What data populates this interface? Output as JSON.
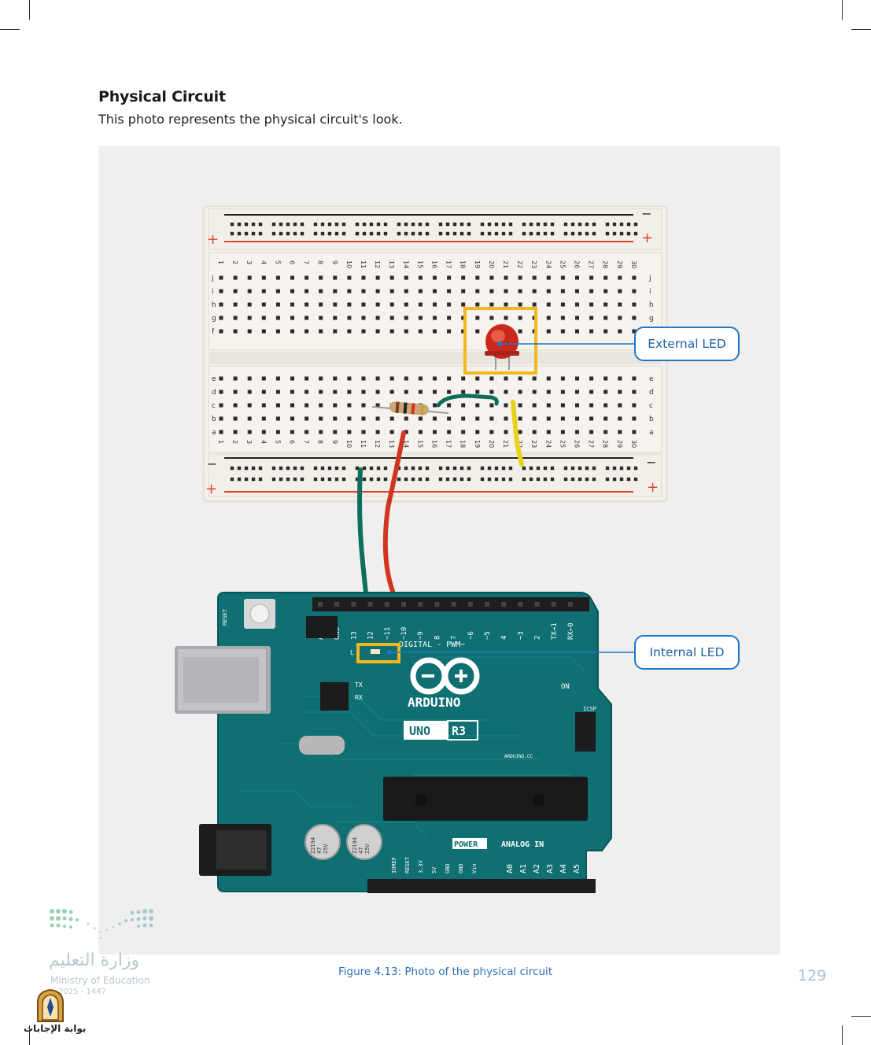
{
  "section": {
    "title": "Physical Circuit",
    "description": "This photo represents the physical circuit's look."
  },
  "callouts": {
    "external_led": "External LED",
    "internal_led": "Internal LED"
  },
  "figure": {
    "caption": "Figure 4.13: Photo of the physical circuit"
  },
  "breadboard": {
    "column_numbers": [
      "1",
      "2",
      "3",
      "4",
      "5",
      "6",
      "7",
      "8",
      "9",
      "10",
      "11",
      "12",
      "13",
      "14",
      "15",
      "16",
      "17",
      "18",
      "19",
      "20",
      "21",
      "22",
      "23",
      "24",
      "25",
      "26",
      "27",
      "28",
      "29",
      "30"
    ],
    "rows_top": [
      "j",
      "i",
      "h",
      "g",
      "f"
    ],
    "rows_bottom": [
      "e",
      "d",
      "c",
      "b",
      "a"
    ],
    "rail_plus": "+",
    "rail_minus": "−"
  },
  "arduino": {
    "brand": "ARDUINO",
    "model": "UNO",
    "revision": "R3",
    "digital_label": "DIGITAL - PWM~",
    "pins_digital": [
      "AREF",
      "GND",
      "13",
      "12",
      "~11",
      "~10",
      "~9",
      "8",
      "7",
      "~6",
      "~5",
      "4",
      "~3",
      "2",
      "TX→1",
      "RX←0"
    ],
    "label_on": "ON",
    "label_tx": "TX",
    "label_rx": "RX",
    "label_l": "L",
    "label_icsp": "ICSP",
    "label_reset": "RESET",
    "label_power": "POWER",
    "label_analog": "ANALOG IN",
    "pins_power": [
      "IOREF",
      "RESET",
      "3.3V",
      "5V",
      "GND",
      "GND",
      "Vin"
    ],
    "pins_analog": [
      "A0",
      "A1",
      "A2",
      "A3",
      "A4",
      "A5"
    ],
    "site": "ARDUINO.CC",
    "capacitor": [
      "Z2194",
      "47",
      "25V"
    ]
  },
  "page_number": "129",
  "footer": {
    "ministry_arabic": "وزارة التعليم",
    "ministry_english": "Ministry of Education",
    "year": "2025 - 1447",
    "portal": "بوابة الإجابات"
  },
  "colors": {
    "accent_blue": "#1e78c8",
    "highlight_yellow": "#f2b81d",
    "board_teal": "#0f6f72",
    "wire_red": "#d2351f",
    "wire_green": "#0d6e5c",
    "wire_yellow": "#e8d21a"
  }
}
